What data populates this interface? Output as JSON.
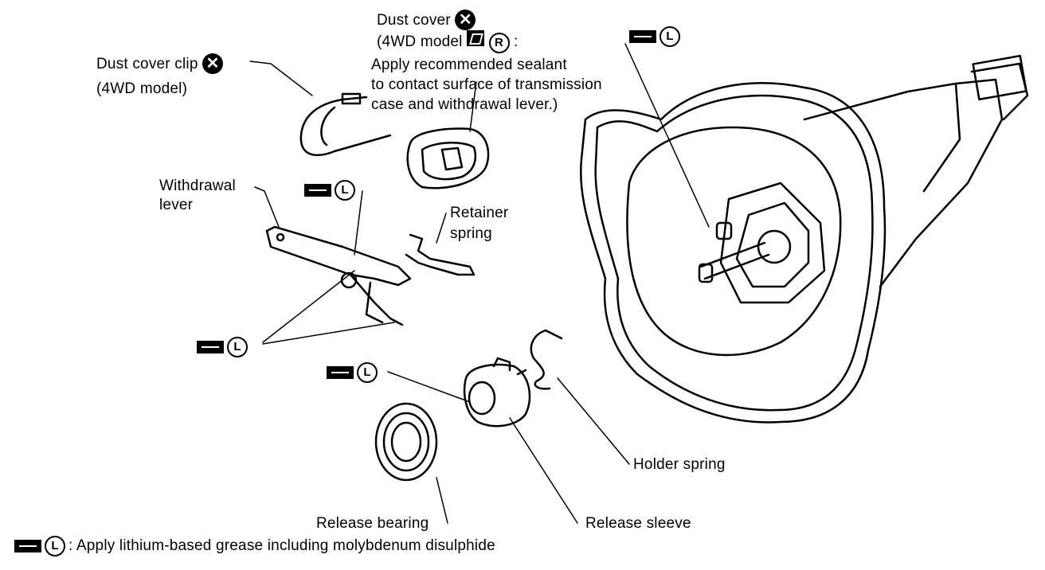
{
  "labels": {
    "dust_cover_line1": "Dust cover",
    "dust_cover_line2": "(4WD model",
    "dust_cover_colon": ":",
    "dust_cover_line3": "Apply recommended sealant",
    "dust_cover_line4": "to contact surface of transmission",
    "dust_cover_line5": "case and withdrawal lever.)",
    "dust_cover_clip_line1": "Dust cover clip",
    "dust_cover_clip_line2": "(4WD model)",
    "withdrawal_lever_line1": "Withdrawal",
    "withdrawal_lever_line2": "lever",
    "retainer_spring_line1": "Retainer",
    "retainer_spring_line2": "spring",
    "holder_spring": "Holder spring",
    "release_bearing": "Release bearing",
    "release_sleeve": "Release sleeve",
    "legend_text": ": Apply lithium-based grease including molybdenum disulphide"
  },
  "symbols": {
    "grease_letter": "L",
    "sealant_letter": "R",
    "replace_mark": "✕",
    "grease_icon": "grease-gun-icon",
    "replace_icon": "discard-icon",
    "sealant_icon": "sealant-icon"
  }
}
